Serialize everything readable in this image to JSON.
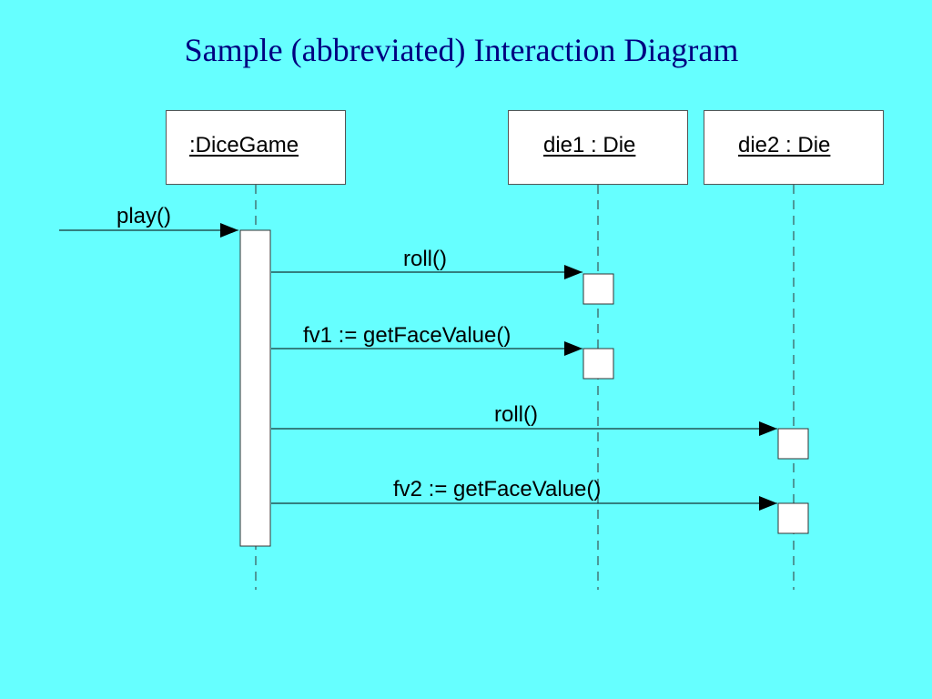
{
  "slide": {
    "title": "Sample (abbreviated) Interaction Diagram"
  },
  "diagram": {
    "participants": [
      {
        "label": ":DiceGame"
      },
      {
        "label": "die1 : Die"
      },
      {
        "label": "die2 : Die"
      }
    ],
    "messages": [
      {
        "label": "play()"
      },
      {
        "label": "roll()"
      },
      {
        "label": "fv1 := getFaceValue()"
      },
      {
        "label": "roll()"
      },
      {
        "label": "fv2 := getFaceValue()"
      }
    ]
  },
  "colors": {
    "background": "#66FFFF",
    "title": "#000080",
    "box_fill": "#FFFFFF",
    "line": "#000000"
  }
}
